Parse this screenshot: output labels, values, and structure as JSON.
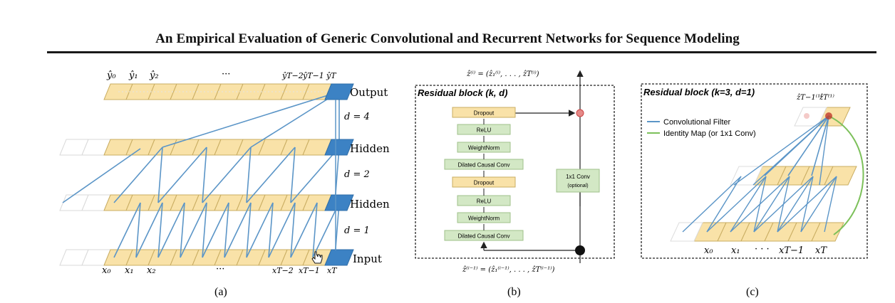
{
  "paper_title": "An Empirical Evaluation of Generic Convolutional and Recurrent Networks for Sequence Modeling",
  "panel_a": {
    "output_labels": [
      "ŷ₀",
      "ŷ₁",
      "ŷ₂",
      "···",
      "ŷT−2",
      "ŷT−1",
      "ŷT"
    ],
    "input_labels": [
      "x₀",
      "x₁",
      "x₂",
      "···",
      "xT−2",
      "xT−1",
      "xT"
    ],
    "layer_labels": [
      "Output",
      "Hidden",
      "Hidden",
      "Input"
    ],
    "dilation_labels": [
      "d = 4",
      "d = 2",
      "d = 1"
    ],
    "caption": "(a)"
  },
  "panel_b": {
    "title": "Residual block (k, d)",
    "top_formula": "ẑ⁽ⁱ⁾ = (ẑ₁⁽ⁱ⁾, . . . , ẑT⁽ⁱ⁾)",
    "bottom_formula": "ẑ⁽ⁱ⁻¹⁾ = (ẑ₁⁽ⁱ⁻¹⁾, . . . , ẑT⁽ⁱ⁻¹⁾)",
    "stack": [
      "Dropout",
      "ReLU",
      "WeightNorm",
      "Dilated Causal Conv",
      "Dropout",
      "ReLU",
      "WeightNorm",
      "Dilated Causal Conv"
    ],
    "side_box": [
      "1x1 Conv",
      "(optional)"
    ],
    "caption": "(b)"
  },
  "panel_c": {
    "title": "Residual block (k=3, d=1)",
    "top_labels": [
      "ẑT−1⁽¹⁾",
      "ẑT⁽¹⁾"
    ],
    "legend": [
      "Convolutional Filter",
      "Identity Map (or 1x1 Conv)"
    ],
    "input_labels": [
      "x₀",
      "x₁",
      "· · ·",
      "xT−1",
      "xT"
    ],
    "caption": "(c)"
  },
  "colors": {
    "cell_fill": "#f9e2a8",
    "cell_stroke": "#c9ad62",
    "highlight": "#3c82c4",
    "line_blue": "#5b95c7",
    "box_green": "#d3e8c5",
    "box_green_stroke": "#9fc18a",
    "identity_green": "#7cc05a",
    "dot_red": "#d9534f"
  }
}
